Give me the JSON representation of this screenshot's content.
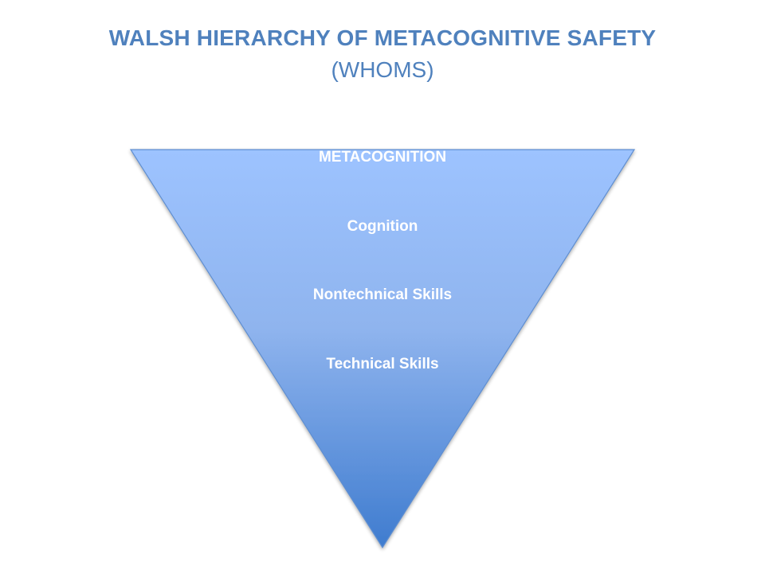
{
  "title": {
    "line1": "WALSH HIERARCHY OF METACOGNITIVE SAFETY",
    "line2": "(WHOMS)"
  },
  "hierarchy": {
    "levels": [
      "METACOGNITION",
      "Cognition",
      "Nontechnical Skills",
      "Technical Skills"
    ]
  },
  "colors": {
    "title": "#4F81BD",
    "triangle_top": "#9DC3FF",
    "triangle_bottom": "#3F7CCF",
    "triangle_stroke": "#5F8ED0",
    "label": "#FFFFFF"
  }
}
